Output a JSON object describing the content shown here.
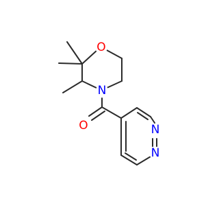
{
  "molecule": {
    "atoms": {
      "O_ring": {
        "symbol": "O",
        "color": "#ff0000"
      },
      "N_amide": {
        "symbol": "N",
        "color": "#0000ff"
      },
      "O_carbonyl": {
        "symbol": "O",
        "color": "#ff0000"
      },
      "N_pyr1": {
        "symbol": "N",
        "color": "#0000ff"
      },
      "N_pyr2": {
        "symbol": "N",
        "color": "#0000ff"
      }
    },
    "bond_color": "#2b2b2b"
  }
}
